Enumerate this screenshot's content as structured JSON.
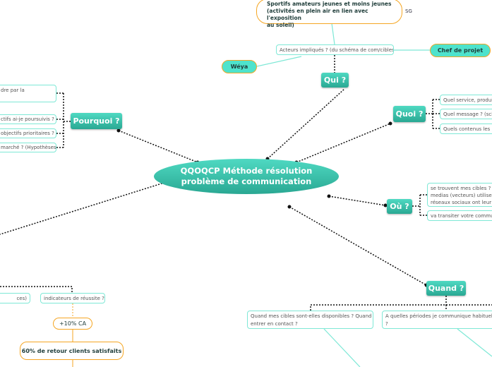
{
  "central": {
    "line1": "QQOQCP Méthode résolution",
    "line2": "problème de communication"
  },
  "qui": {
    "label": "Qui ?",
    "acteurs": "Acteurs impliqués ? (du schéma de com/cibles)",
    "cible": {
      "line1": "Sportifs amateurs jeunes et moins jeunes",
      "line2": "(activités en plein air en lien avec l'exposition",
      "line3": "au soleil)"
    },
    "cible_tag": "SG",
    "chef": "Chef de projet",
    "weya": "Wéya"
  },
  "pourquoi": {
    "label": "Pourquoi ?",
    "items": [
      "dre par la",
      "ctifs ai-je poursuivis ?",
      "objectifs prioritaires ?",
      "marché ? (Hypothèses)"
    ]
  },
  "quoi": {
    "label": "Quoi ?",
    "items": [
      "Quel service, produit",
      "Quel message ? (sch",
      "Quels contenus les i"
    ]
  },
  "ou": {
    "label": "Où ?",
    "item1": {
      "line1": "se trouvent mes cibles ? en",
      "line2": "medias (vecteurs) utilisent",
      "line3": "réseaux sociaux ont leur p"
    },
    "item2": "va transiter votre commun"
  },
  "quand": {
    "label": "Quand ?",
    "item1": {
      "line1": "Quand mes cibles sont-elles disponibles ? Quand",
      "line2": "entrer en contact ?"
    },
    "item2": {
      "line1": "A quelles périodes je communique habituelle",
      "line2": "?"
    }
  },
  "combien": {
    "item_left": "ces)",
    "indicateurs": "indicateurs de réussite ?",
    "ca": "+10% CA",
    "satisfaits": "60% de retour clients satisfaits"
  },
  "colors": {
    "topic": "#3cc4ad",
    "outline": "#7ee8d6",
    "orange": "#f5a623",
    "orange_fill": "#4ee3cc"
  }
}
